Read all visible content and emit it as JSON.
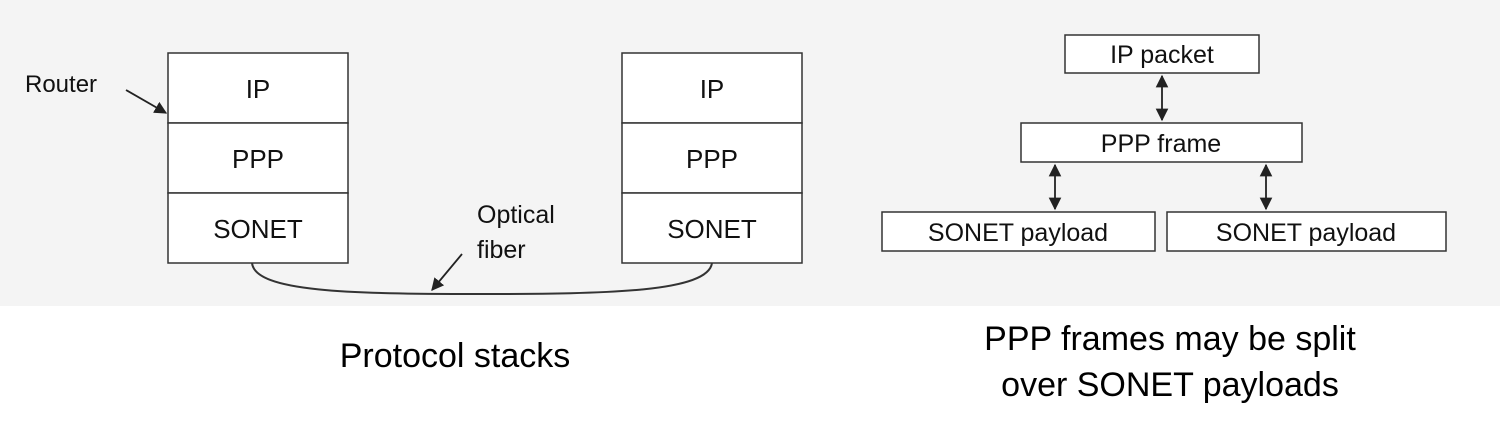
{
  "left_diagram": {
    "router_label": "Router",
    "left_stack": [
      "IP",
      "PPP",
      "SONET"
    ],
    "right_stack": [
      "IP",
      "PPP",
      "SONET"
    ],
    "fiber_label_line1": "Optical",
    "fiber_label_line2": "fiber"
  },
  "right_diagram": {
    "ip_packet": "IP packet",
    "ppp_frame": "PPP frame",
    "sonet_payload_1": "SONET payload",
    "sonet_payload_2": "SONET payload"
  },
  "captions": {
    "left": "Protocol stacks",
    "right_line1": "PPP frames may be split",
    "right_line2": "over SONET payloads"
  },
  "colors": {
    "background": "#f4f4f4",
    "box_fill": "#ffffff",
    "stroke": "#333333"
  }
}
